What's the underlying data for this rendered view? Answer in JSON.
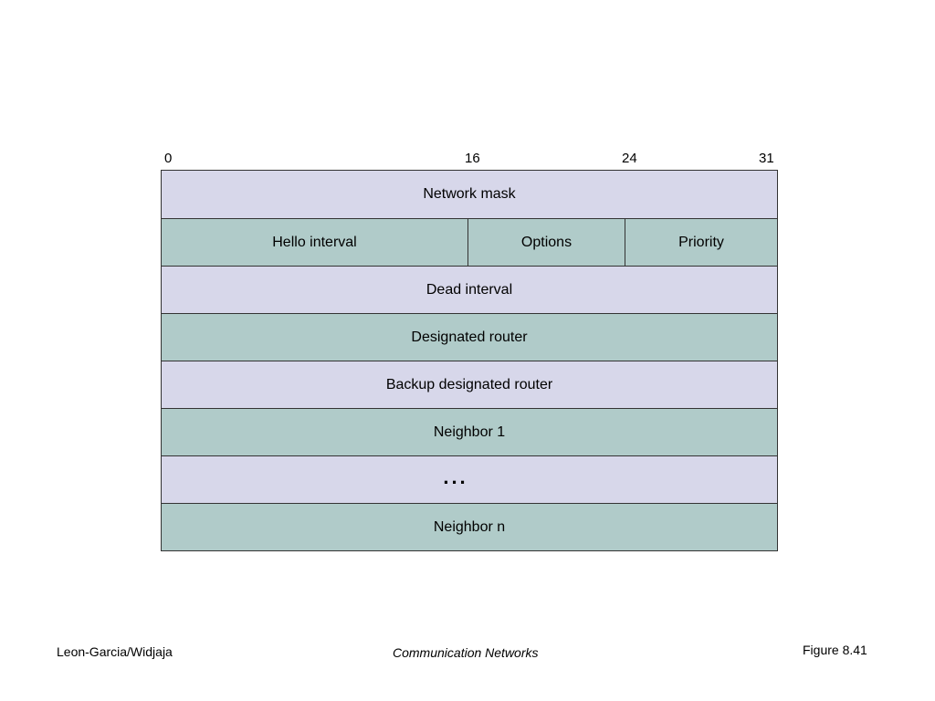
{
  "bit_positions": [
    "0",
    "16",
    "24",
    "31"
  ],
  "rows": [
    {
      "fields": [
        "Network mask"
      ]
    },
    {
      "fields": [
        "Hello interval",
        "Options",
        "Priority"
      ]
    },
    {
      "fields": [
        "Dead interval"
      ]
    },
    {
      "fields": [
        "Designated router"
      ]
    },
    {
      "fields": [
        "Backup designated router"
      ]
    },
    {
      "fields": [
        "Neighbor 1"
      ]
    },
    {
      "fields": [
        "..."
      ]
    },
    {
      "fields": [
        "Neighbor n"
      ]
    }
  ],
  "colors": {
    "row_light": "#d7d7ea",
    "row_dark": "#b0cbc9",
    "border": "#333333"
  },
  "footer": {
    "left": "Leon-Garcia/Widjaja",
    "center": "Communication Networks",
    "right": "Figure 8.41"
  }
}
